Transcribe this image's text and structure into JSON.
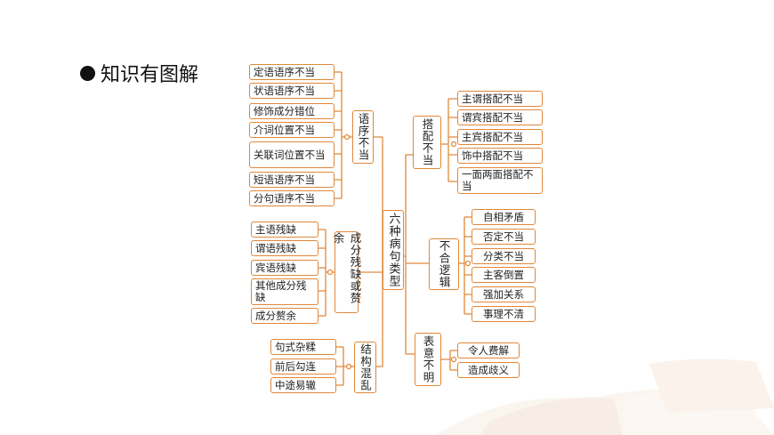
{
  "heading": {
    "title": "知识有图解"
  },
  "center": "六种病句类型",
  "groups": {
    "yuxu": {
      "label": "语序不当",
      "items": [
        "定语语序不当",
        "状语语序不当",
        "修饰成分错位",
        "介词位置不当",
        "关联词位置不当",
        "短语语序不当",
        "分句语序不当"
      ]
    },
    "canque": {
      "label": "成分残缺或赘余",
      "items": [
        "主语残缺",
        "谓语残缺",
        "宾语残缺",
        "其他成分残缺",
        "成分赘余"
      ]
    },
    "jiegou": {
      "label": "结构混乱",
      "items": [
        "句式杂糅",
        "前后勾连",
        "中途易辙"
      ]
    },
    "dapei": {
      "label": "搭配不当",
      "items": [
        "主谓搭配不当",
        "谓宾搭配不当",
        "主宾搭配不当",
        "饰中搭配不当",
        "一面两面搭配不当"
      ]
    },
    "luoji": {
      "label": "不合逻辑",
      "items": [
        "自相矛盾",
        "否定不当",
        "分类不当",
        "主客倒置",
        "强加关系",
        "事理不清"
      ]
    },
    "biaoyi": {
      "label": "表意不明",
      "items": [
        "令人费解",
        "造成歧义"
      ]
    }
  },
  "colors": {
    "accent": "#e0883a"
  }
}
